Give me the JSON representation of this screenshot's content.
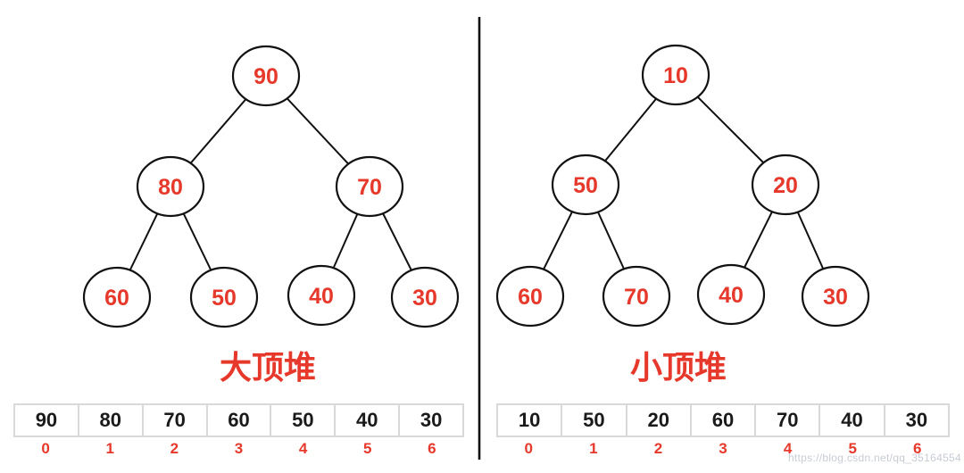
{
  "watermark": "https://blog.csdn.net/qq_35164554",
  "colors": {
    "accent": "#e6392b",
    "line": "#111111",
    "cell-border": "#d9d9d9",
    "value-text": "#1a1a1a",
    "watermark-color": "#c7ccd4"
  },
  "panels": [
    {
      "title": "大顶堆",
      "heap_type": "max-heap",
      "nodes": [
        {
          "value": "90"
        },
        {
          "value": "80"
        },
        {
          "value": "70"
        },
        {
          "value": "60"
        },
        {
          "value": "50"
        },
        {
          "value": "40"
        },
        {
          "value": "30"
        }
      ],
      "edges": [
        [
          0,
          1
        ],
        [
          0,
          2
        ],
        [
          1,
          3
        ],
        [
          1,
          4
        ],
        [
          2,
          5
        ],
        [
          2,
          6
        ]
      ],
      "array": [
        "90",
        "80",
        "70",
        "60",
        "50",
        "40",
        "30"
      ],
      "indices": [
        "0",
        "1",
        "2",
        "3",
        "4",
        "5",
        "6"
      ]
    },
    {
      "title": "小顶堆",
      "heap_type": "min-heap",
      "nodes": [
        {
          "value": "10"
        },
        {
          "value": "50"
        },
        {
          "value": "20"
        },
        {
          "value": "60"
        },
        {
          "value": "70"
        },
        {
          "value": "40"
        },
        {
          "value": "30"
        }
      ],
      "edges": [
        [
          0,
          1
        ],
        [
          0,
          2
        ],
        [
          1,
          3
        ],
        [
          1,
          4
        ],
        [
          2,
          5
        ],
        [
          2,
          6
        ]
      ],
      "array": [
        "10",
        "50",
        "20",
        "60",
        "70",
        "40",
        "30"
      ],
      "indices": [
        "0",
        "1",
        "2",
        "3",
        "4",
        "5",
        "6"
      ]
    }
  ]
}
